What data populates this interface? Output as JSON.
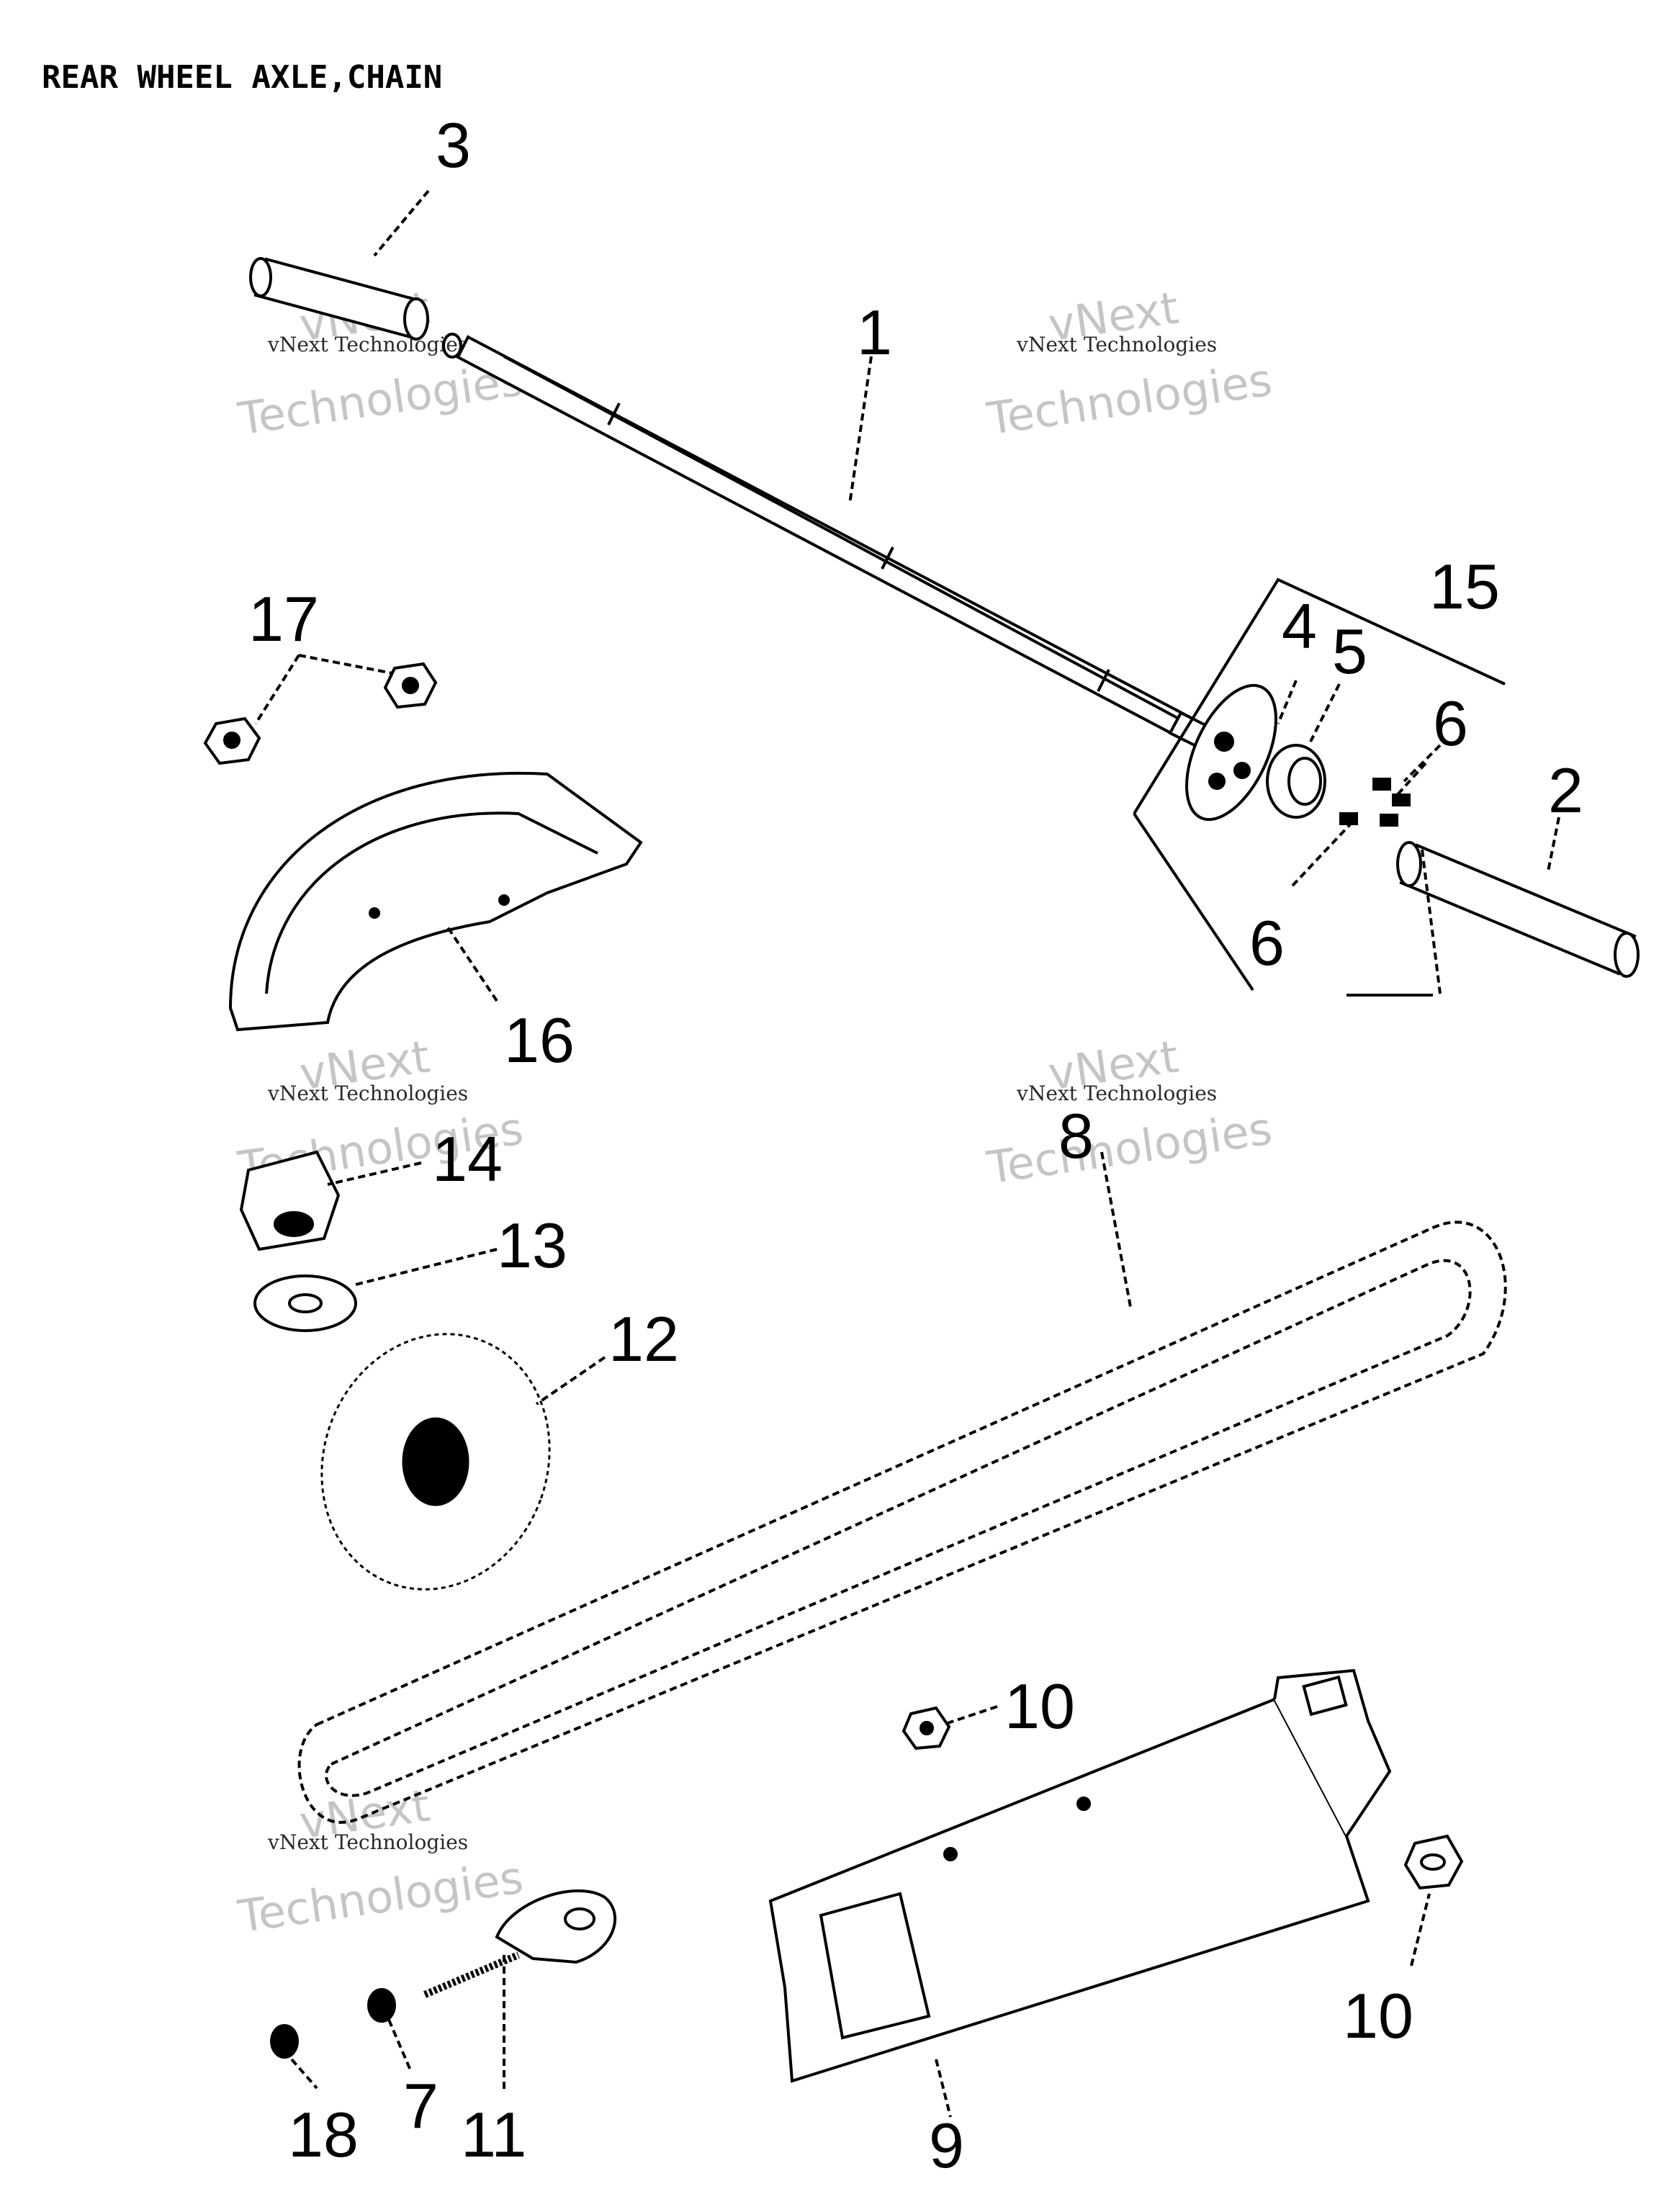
{
  "title": "REAR WHEEL AXLE,CHAIN",
  "callouts": {
    "c1": "1",
    "c2": "2",
    "c3": "3",
    "c4": "4",
    "c5": "5",
    "c6a": "6",
    "c6b": "6",
    "c7": "7",
    "c8": "8",
    "c9": "9",
    "c10a": "10",
    "c10b": "10",
    "c11": "11",
    "c12": "12",
    "c13": "13",
    "c14": "14",
    "c15": "15",
    "c16": "16",
    "c17": "17",
    "c18": "18"
  },
  "watermark": {
    "small": "vNext Technologies",
    "large_top": "vNext",
    "large_bottom": "Technologies"
  },
  "colors": {
    "ink": "#000000",
    "paper": "#ffffff",
    "watermark": "#bfbfbf"
  }
}
